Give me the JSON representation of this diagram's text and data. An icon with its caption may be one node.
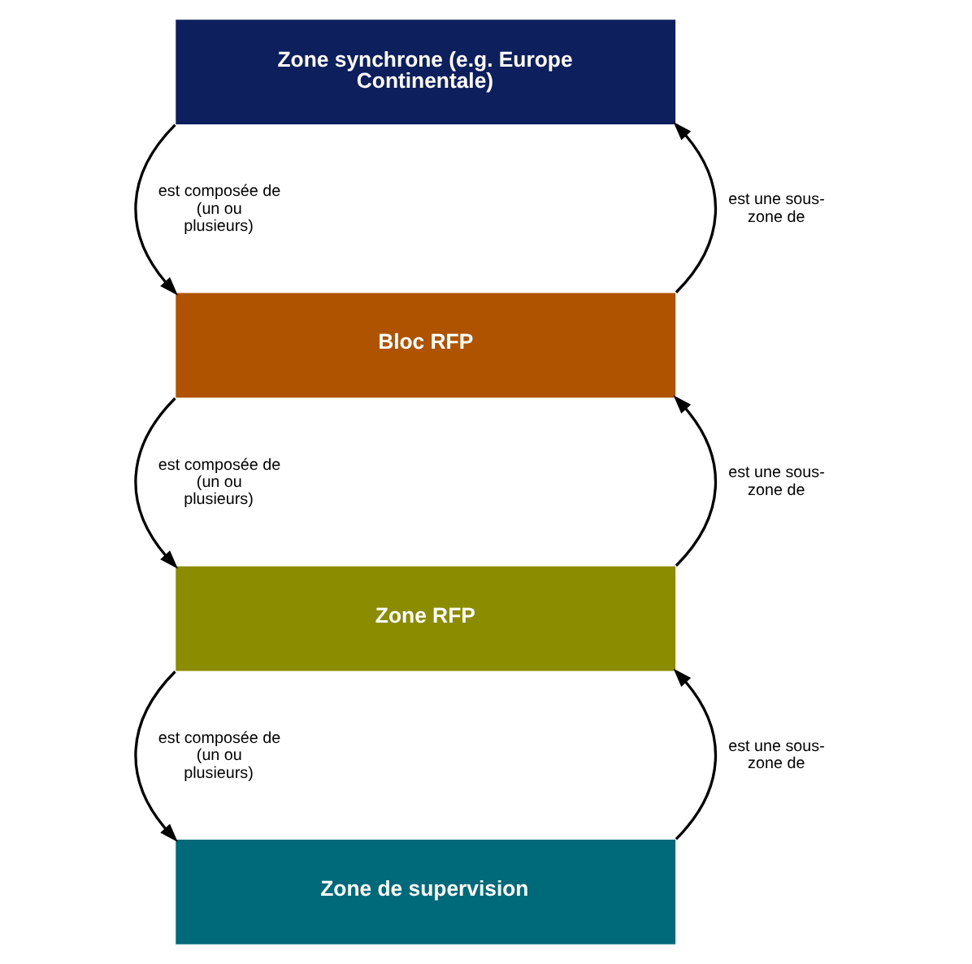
{
  "diagram": {
    "nodes": [
      {
        "text": [
          "Zone synchrone (e.g. Europe Continentale)"
        ]
      },
      {
        "text": [
          "Bloc RFP"
        ]
      },
      {
        "text": [
          "Zone RFP"
        ]
      },
      {
        "text": [
          "Zone de supervision"
        ]
      }
    ],
    "edges": [
      {
        "from": 0,
        "to": 1,
        "arrow": "to",
        "label": "est composée de (un ou plusieurs)"
      },
      {
        "from": 1,
        "to": 0,
        "arrow": "to",
        "label": "est une sous-zone de"
      },
      {
        "from": 1,
        "to": 2,
        "arrow": "to",
        "label": "est composée de (un ou plusieurs)"
      },
      {
        "from": 2,
        "to": 1,
        "arrow": "to",
        "label": "est une sous-zone de"
      },
      {
        "from": 2,
        "to": 3,
        "arrow": "to",
        "label": "est composée de (un ou plusieurs)"
      },
      {
        "from": 3,
        "to": 2,
        "arrow": "to",
        "label": "est une sous-zone de"
      }
    ]
  }
}
